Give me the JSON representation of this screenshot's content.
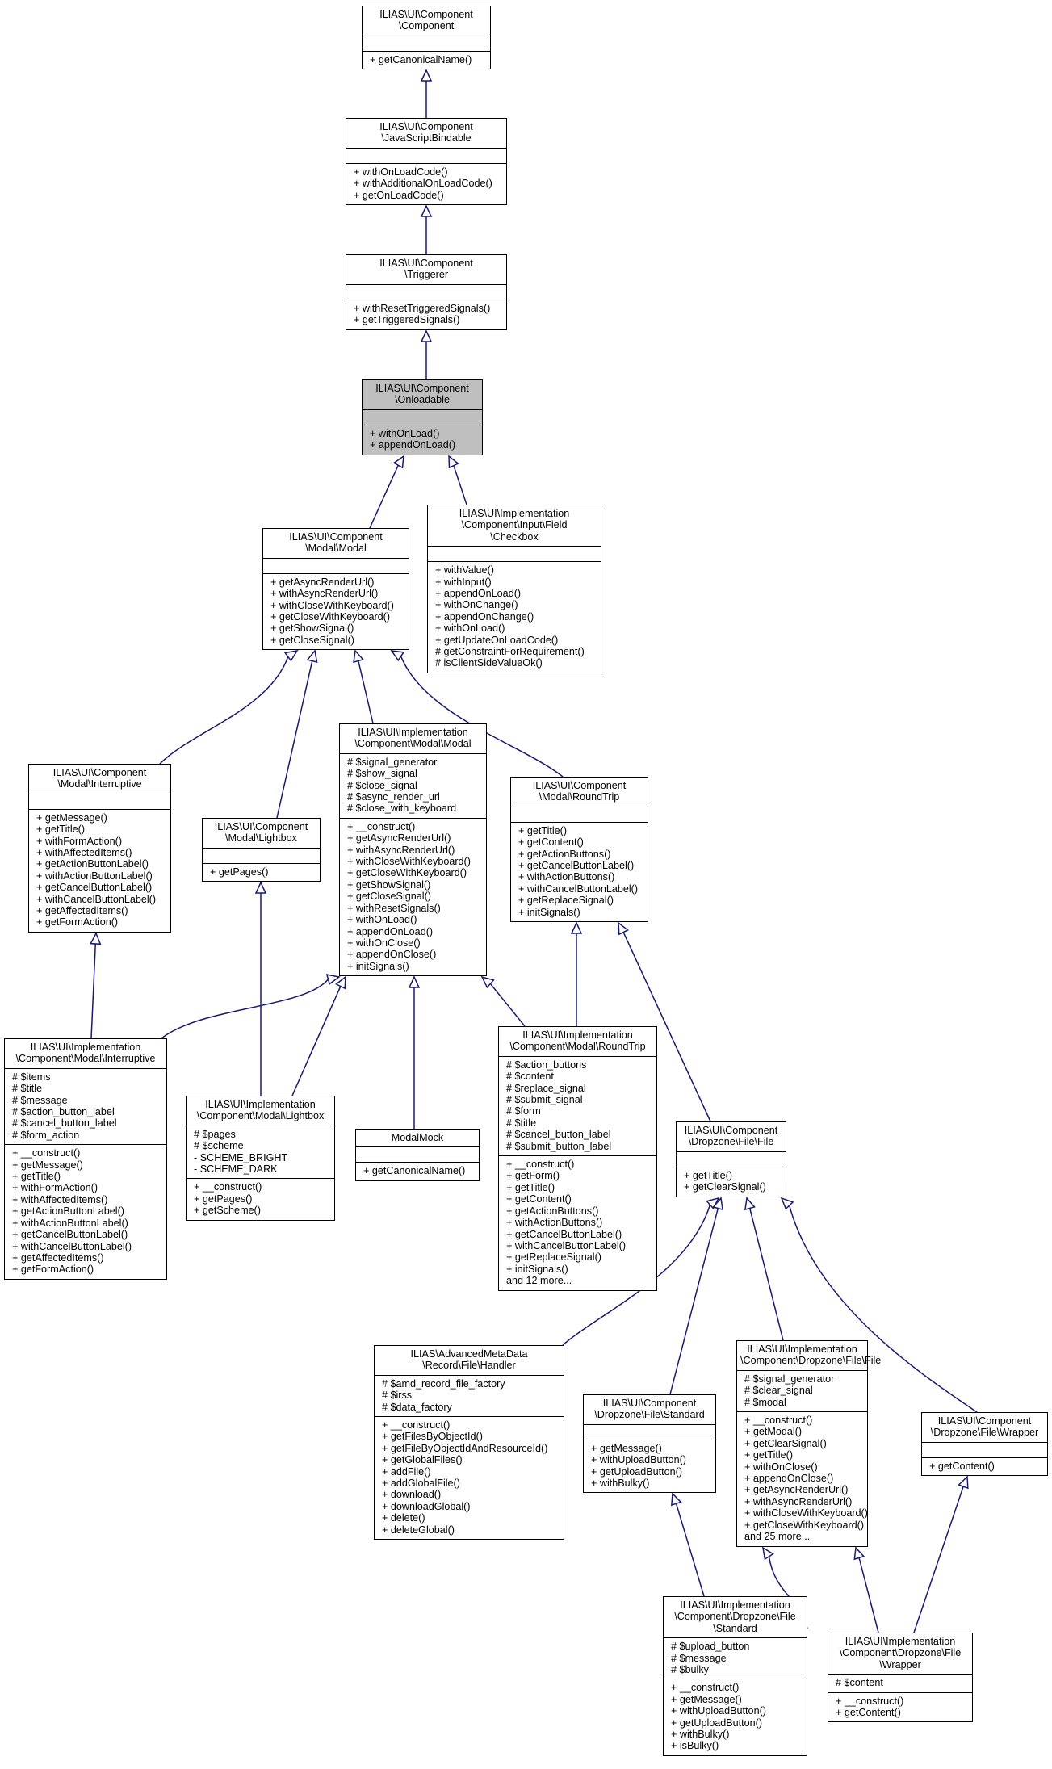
{
  "colors": {
    "edge": "#191970",
    "highlight": "#bfbfbf",
    "border": "#000000"
  },
  "classes": [
    {
      "id": "component",
      "title": [
        "ILIAS\\UI\\Component",
        "\\Component"
      ],
      "attributes": [],
      "methods": [
        "+ getCanonicalName()"
      ]
    },
    {
      "id": "jsbindable",
      "title": [
        "ILIAS\\UI\\Component",
        "\\JavaScriptBindable"
      ],
      "attributes": [],
      "methods": [
        "+ withOnLoadCode()",
        "+ withAdditionalOnLoadCode()",
        "+ getOnLoadCode()"
      ]
    },
    {
      "id": "triggerer",
      "title": [
        "ILIAS\\UI\\Component",
        "\\Triggerer"
      ],
      "attributes": [],
      "methods": [
        "+ withResetTriggeredSignals()",
        "+ getTriggeredSignals()"
      ]
    },
    {
      "id": "onloadable",
      "title": [
        "ILIAS\\UI\\Component",
        "\\Onloadable"
      ],
      "attributes": [],
      "methods": [
        "+ withOnLoad()",
        "+ appendOnLoad()"
      ]
    },
    {
      "id": "checkbox",
      "title": [
        "ILIAS\\UI\\Implementation",
        "\\Component\\Input\\Field",
        "\\Checkbox"
      ],
      "attributes": [],
      "methods": [
        "+ withValue()",
        "+ withInput()",
        "+ appendOnLoad()",
        "+ withOnChange()",
        "+ appendOnChange()",
        "+ withOnLoad()",
        "+ getUpdateOnLoadCode()",
        "# getConstraintForRequirement()",
        "# isClientSideValueOk()"
      ]
    },
    {
      "id": "modal",
      "title": [
        "ILIAS\\UI\\Component",
        "\\Modal\\Modal"
      ],
      "attributes": [],
      "methods": [
        "+ getAsyncRenderUrl()",
        "+ withAsyncRenderUrl()",
        "+ withCloseWithKeyboard()",
        "+ getCloseWithKeyboard()",
        "+ getShowSignal()",
        "+ getCloseSignal()"
      ]
    },
    {
      "id": "interruptive",
      "title": [
        "ILIAS\\UI\\Component",
        "\\Modal\\Interruptive"
      ],
      "attributes": [],
      "methods": [
        "+ getMessage()",
        "+ getTitle()",
        "+ withFormAction()",
        "+ withAffectedItems()",
        "+ getActionButtonLabel()",
        "+ withActionButtonLabel()",
        "+ getCancelButtonLabel()",
        "+ withCancelButtonLabel()",
        "+ getAffectedItems()",
        "+ getFormAction()"
      ]
    },
    {
      "id": "lightbox",
      "title": [
        "ILIAS\\UI\\Component",
        "\\Modal\\Lightbox"
      ],
      "attributes": [],
      "methods": [
        "+ getPages()"
      ]
    },
    {
      "id": "implmodal",
      "title": [
        "ILIAS\\UI\\Implementation",
        "\\Component\\Modal\\Modal"
      ],
      "attributes": [
        "# $signal_generator",
        "# $show_signal",
        "# $close_signal",
        "# $async_render_url",
        "# $close_with_keyboard"
      ],
      "methods": [
        "+ __construct()",
        "+ getAsyncRenderUrl()",
        "+ withAsyncRenderUrl()",
        "+ withCloseWithKeyboard()",
        "+ getCloseWithKeyboard()",
        "+ getShowSignal()",
        "+ getCloseSignal()",
        "+ withResetSignals()",
        "+ withOnLoad()",
        "+ appendOnLoad()",
        "+ withOnClose()",
        "+ appendOnClose()",
        "+ initSignals()"
      ]
    },
    {
      "id": "roundtrip",
      "title": [
        "ILIAS\\UI\\Component",
        "\\Modal\\RoundTrip"
      ],
      "attributes": [],
      "methods": [
        "+ getTitle()",
        "+ getContent()",
        "+ getActionButtons()",
        "+ getCancelButtonLabel()",
        "+ withActionButtons()",
        "+ withCancelButtonLabel()",
        "+ getReplaceSignal()",
        "+ initSignals()"
      ]
    },
    {
      "id": "implinterruptive",
      "title": [
        "ILIAS\\UI\\Implementation",
        "\\Component\\Modal\\Interruptive"
      ],
      "attributes": [
        "# $items",
        "# $title",
        "# $message",
        "# $action_button_label",
        "# $cancel_button_label",
        "# $form_action"
      ],
      "methods": [
        "+ __construct()",
        "+ getMessage()",
        "+ getTitle()",
        "+ withFormAction()",
        "+ withAffectedItems()",
        "+ getActionButtonLabel()",
        "+ withActionButtonLabel()",
        "+ getCancelButtonLabel()",
        "+ withCancelButtonLabel()",
        "+ getAffectedItems()",
        "+ getFormAction()"
      ]
    },
    {
      "id": "impllightbox",
      "title": [
        "ILIAS\\UI\\Implementation",
        "\\Component\\Modal\\Lightbox"
      ],
      "attributes": [
        "# $pages",
        "# $scheme",
        "- SCHEME_BRIGHT",
        "- SCHEME_DARK"
      ],
      "methods": [
        "+ __construct()",
        "+ getPages()",
        "+ getScheme()"
      ]
    },
    {
      "id": "modalmock",
      "title": [
        "ModalMock"
      ],
      "attributes": [],
      "methods": [
        "+ getCanonicalName()"
      ]
    },
    {
      "id": "implroundtrip",
      "title": [
        "ILIAS\\UI\\Implementation",
        "\\Component\\Modal\\RoundTrip"
      ],
      "attributes": [
        "# $action_buttons",
        "# $content",
        "# $replace_signal",
        "# $submit_signal",
        "# $form",
        "# $title",
        "# $cancel_button_label",
        "# $submit_button_label"
      ],
      "methods": [
        "+ __construct()",
        "+ getForm()",
        "+ getTitle()",
        "+ getContent()",
        "+ getActionButtons()",
        "+ withActionButtons()",
        "+ getCancelButtonLabel()",
        "+ withCancelButtonLabel()",
        "+ getReplaceSignal()",
        "+ initSignals()",
        "and 12 more..."
      ]
    },
    {
      "id": "dzfile",
      "title": [
        "ILIAS\\UI\\Component",
        "\\Dropzone\\File\\File"
      ],
      "attributes": [],
      "methods": [
        "+ getTitle()",
        "+ getClearSignal()"
      ]
    },
    {
      "id": "amdhandler",
      "title": [
        "ILIAS\\AdvancedMetaData",
        "\\Record\\File\\Handler"
      ],
      "attributes": [
        "# $amd_record_file_factory",
        "# $irss",
        "# $data_factory"
      ],
      "methods": [
        "+ __construct()",
        "+ getFilesByObjectId()",
        "+ getFileByObjectIdAndResourceId()",
        "+ getGlobalFiles()",
        "+ addFile()",
        "+ addGlobalFile()",
        "+ download()",
        "+ downloadGlobal()",
        "+ delete()",
        "+ deleteGlobal()"
      ]
    },
    {
      "id": "dzstandard",
      "title": [
        "ILIAS\\UI\\Component",
        "\\Dropzone\\File\\Standard"
      ],
      "attributes": [],
      "methods": [
        "+ getMessage()",
        "+ withUploadButton()",
        "+ getUploadButton()",
        "+ withBulky()"
      ]
    },
    {
      "id": "impldzfile",
      "title": [
        "ILIAS\\UI\\Implementation",
        "\\Component\\Dropzone\\File\\File"
      ],
      "attributes": [
        "# $signal_generator",
        "# $clear_signal",
        "# $modal"
      ],
      "methods": [
        "+ __construct()",
        "+ getModal()",
        "+ getClearSignal()",
        "+ getTitle()",
        "+ withOnClose()",
        "+ appendOnClose()",
        "+ getAsyncRenderUrl()",
        "+ withAsyncRenderUrl()",
        "+ withCloseWithKeyboard()",
        "+ getCloseWithKeyboard()",
        "and 25 more..."
      ]
    },
    {
      "id": "dzwrapper",
      "title": [
        "ILIAS\\UI\\Component",
        "\\Dropzone\\File\\Wrapper"
      ],
      "attributes": [],
      "methods": [
        "+ getContent()"
      ]
    },
    {
      "id": "impldzstandard",
      "title": [
        "ILIAS\\UI\\Implementation",
        "\\Component\\Dropzone\\File",
        "\\Standard"
      ],
      "attributes": [
        "# $upload_button",
        "# $message",
        "# $bulky"
      ],
      "methods": [
        "+ __construct()",
        "+ getMessage()",
        "+ withUploadButton()",
        "+ getUploadButton()",
        "+ withBulky()",
        "+ isBulky()"
      ]
    },
    {
      "id": "impldzwrapper",
      "title": [
        "ILIAS\\UI\\Implementation",
        "\\Component\\Dropzone\\File",
        "\\Wrapper"
      ],
      "attributes": [
        "# $content"
      ],
      "methods": [
        "+ __construct()",
        "+ getContent()"
      ]
    }
  ]
}
